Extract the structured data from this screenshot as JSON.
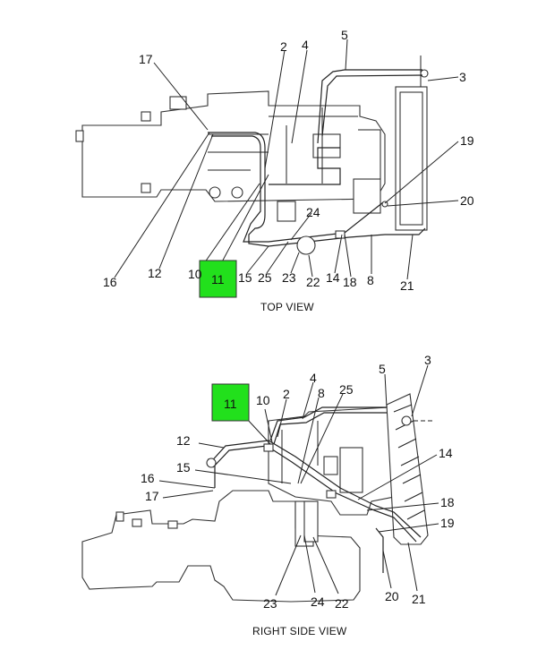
{
  "views": {
    "top": {
      "title": "TOP VIEW",
      "callouts": [
        "17",
        "2",
        "4",
        "5",
        "3",
        "19",
        "20",
        "24",
        "16",
        "12",
        "10",
        "11",
        "15",
        "25",
        "23",
        "22",
        "14",
        "18",
        "8",
        "21"
      ],
      "highlighted": "11"
    },
    "side": {
      "title": "RIGHT SIDE VIEW",
      "callouts": [
        "11",
        "10",
        "2",
        "4",
        "8",
        "25",
        "5",
        "3",
        "12",
        "16",
        "15",
        "17",
        "14",
        "18",
        "19",
        "23",
        "24",
        "22",
        "20",
        "21"
      ],
      "highlighted": "11"
    }
  },
  "colors": {
    "highlight": "#22e01c",
    "line": "#222222"
  }
}
